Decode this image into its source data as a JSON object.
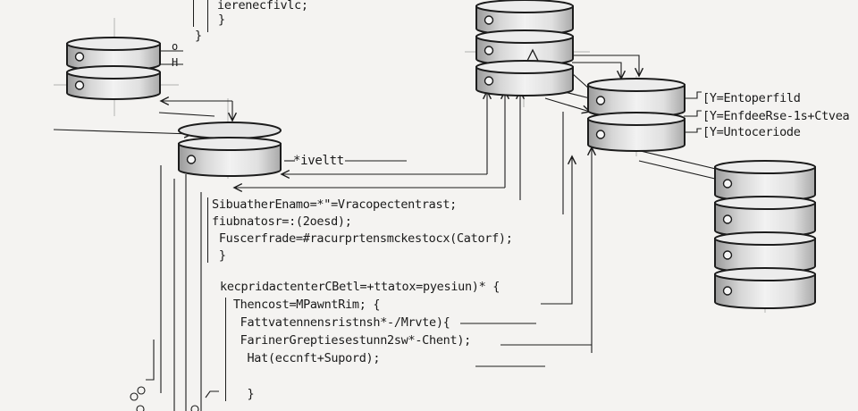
{
  "diagram": {
    "style": "pencil-sketch",
    "ink_color": "#1c1c1c",
    "paper_color": "#f4f3f1",
    "top_code": {
      "line1": "ierenecfivlc;",
      "close_inner": "}",
      "close_outer": "}"
    },
    "top_left_db_labels": [
      "o",
      "H"
    ],
    "center_db_label": "*iveltt",
    "right_db_legend": [
      "[Y=Entoperfild",
      "[Y=EnfdeeRse-1s+Ctvea",
      "[Y=Untoceriode"
    ],
    "code_block_1": [
      "SibuatherEnamo=*\"=Vracopectentrast;",
      "fiubnatosr=:(2oesd);",
      " Fuscerfrade=#racurprtensmckestocx(Catorf);",
      " }"
    ],
    "code_block_2": [
      "kecpridactenterCBetl=+ttatox=pyesiun)* {",
      " Thencost=MPawntRim; {",
      "  Fattvatennensristnsh*-/Mrvte){",
      "  FarinerGreptiesestunn2sw*-Chent);",
      "   Hat(eccnft+Supord);",
      "",
      "   }"
    ],
    "databases": [
      {
        "name": "top-left-db",
        "disks": 2
      },
      {
        "name": "center-db",
        "disks": 1
      },
      {
        "name": "top-center-db",
        "disks": 3
      },
      {
        "name": "right-mid-db",
        "disks": 2
      },
      {
        "name": "right-bottom-db",
        "disks": 4
      }
    ]
  }
}
